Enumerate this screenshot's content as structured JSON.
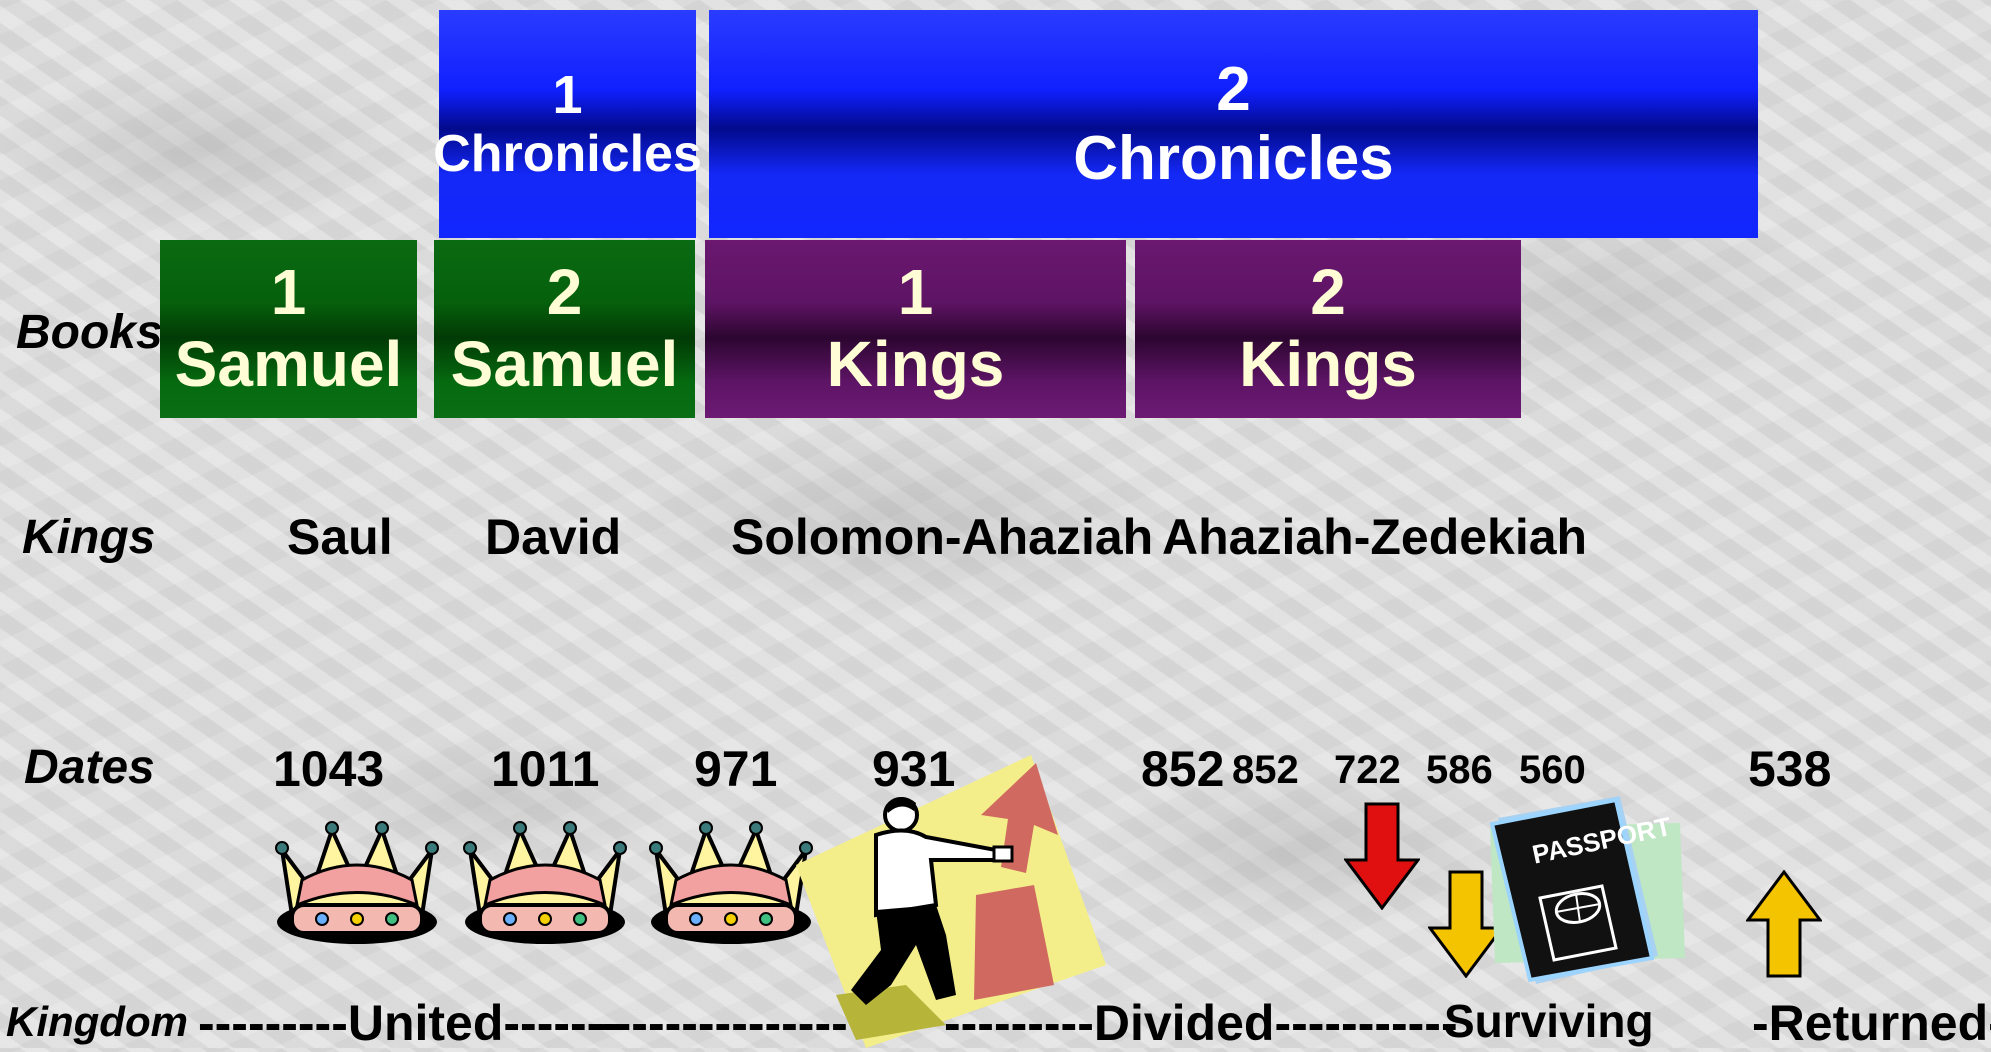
{
  "books": {
    "row_label": "Books",
    "chronicles_1": {
      "num": "1",
      "name": "Chronicles"
    },
    "chronicles_2": {
      "num": "2",
      "name": "Chronicles"
    },
    "samuel_1": {
      "num": "1",
      "name": "Samuel"
    },
    "samuel_2": {
      "num": "2",
      "name": "Samuel"
    },
    "kings_1": {
      "num": "1",
      "name": "Kings"
    },
    "kings_2": {
      "num": "2",
      "name": "Kings"
    }
  },
  "kings": {
    "row_label": "Kings",
    "saul": "Saul",
    "david": "David",
    "solomon_ahaziah": "Solomon-Ahaziah",
    "ahaziah_zedekiah": "Ahaziah-Zedekiah"
  },
  "dates": {
    "row_label": "Dates",
    "d1043": "1043",
    "d1011": "1011",
    "d971": "971",
    "d931": "931",
    "d852a": "852",
    "d852b": "852",
    "d722": "722",
    "d586": "586",
    "d560": "560",
    "d538": "538"
  },
  "kingdom": {
    "row_label": "Kingdom",
    "united": "---------United-------",
    "dashes": "---------------",
    "divided": "---------Divided-----------",
    "surviving": "Surviving",
    "returned": "-Returned-"
  },
  "passport_text": "PASSPORT",
  "colors": {
    "blue": "#1226ff",
    "green": "#066a10",
    "purple": "#5e1466",
    "arrow_red": "#e01010",
    "arrow_yellow": "#f5c400"
  },
  "icons": [
    "crown-icon",
    "crown-icon",
    "crown-icon",
    "man-pointing-icon",
    "red-down-arrow-icon",
    "yellow-down-arrow-icon",
    "passport-icon",
    "yellow-up-arrow-icon"
  ]
}
